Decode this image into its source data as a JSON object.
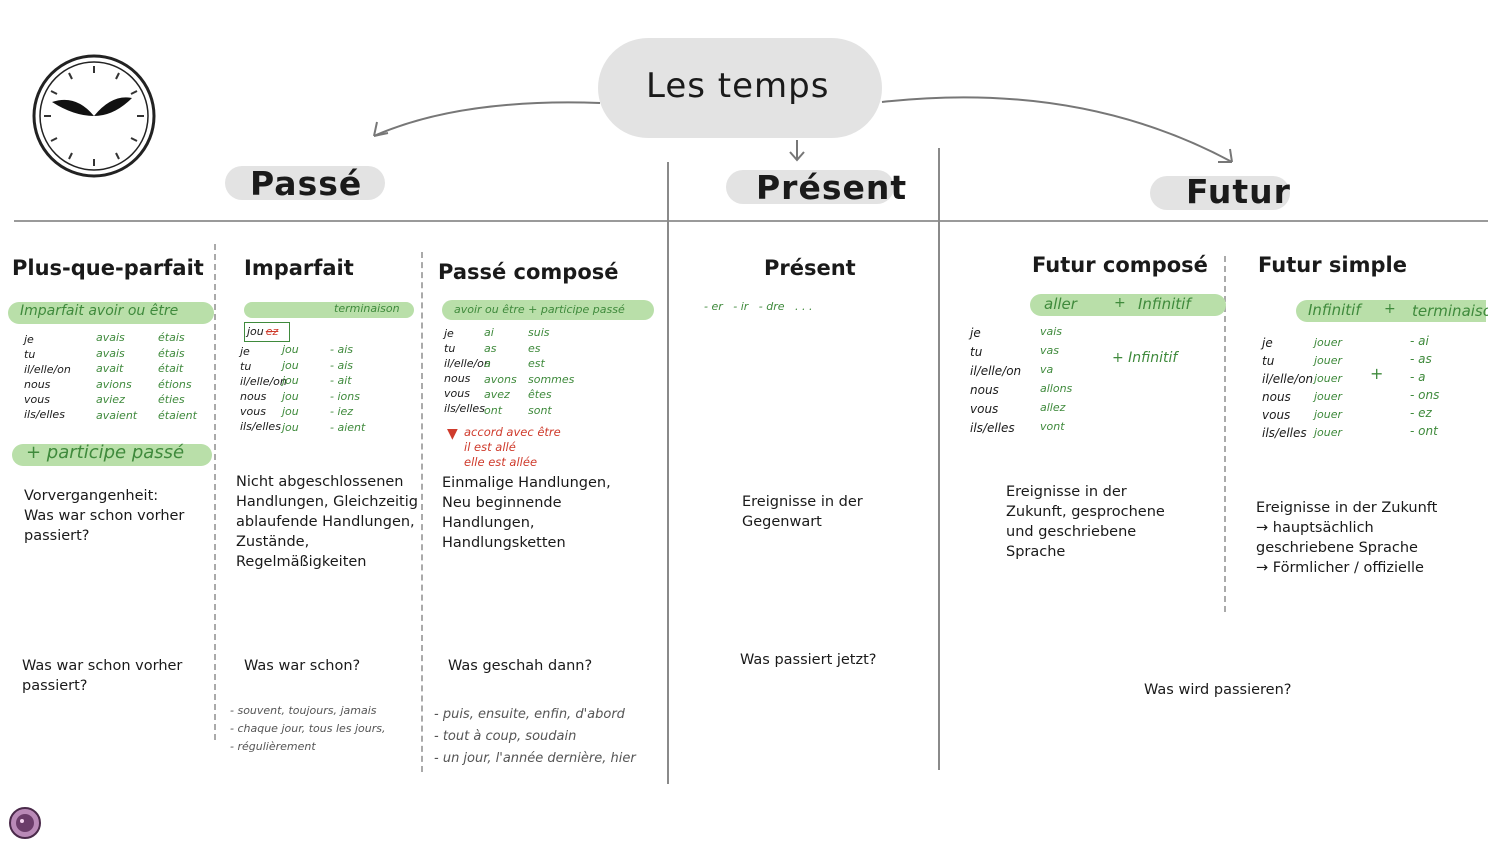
{
  "header": {
    "title": "Les temps"
  },
  "groups": {
    "passe": "Passé",
    "present": "Présent",
    "futur": "Futur"
  },
  "columns": {
    "plus_que_parfait": {
      "title": "Plus-que-parfait",
      "formula": "Imparfait avoir ou être",
      "pronouns": "je\ntu\nil/elle/on\nnous\nvous\nils/elles",
      "avoir": "avais\navais\navait\navions\naviez\navaient",
      "etre": "étais\nétais\nétait\nétions\néties\nétaient",
      "formula2": "+ participe passé",
      "description": "Vorvergangenheit:\nWas war schon vorher\npassiert?",
      "question": "Was war schon vorher\npassiert?"
    },
    "imparfait": {
      "title": "Imparfait",
      "formula": "terminaison",
      "box_left": "jou",
      "box_right": "ez",
      "pronouns": "je\ntu\nil/elle/on\nnous\nvous\nils/elles",
      "stems": "jou\njou\njou\njou\njou\njou",
      "endings": "- ais\n- ais\n- ait\n- ions\n- iez\n- aient",
      "description": "Nicht abgeschlossenen\nHandlungen, Gleichzeitig\nablaufende Handlungen,\nZustände,\nRegelmäßigkeiten",
      "question": "Was war schon?",
      "signal_words": "- souvent, toujours, jamais\n- chaque jour, tous les jours,\n- régulièrement"
    },
    "passe_compose": {
      "title": "Passé composé",
      "formula": "avoir ou être + participe passé",
      "pronouns": "je\ntu\nil/elle/on\nnous\nvous\nils/elles",
      "avoir": "ai\nas\na\navons\navez\nont",
      "etre": "suis\nes\nest\nsommes\nêtes\nsont",
      "accord": "accord avec être\nil est allé\nelle est allée",
      "description": "Einmalige Handlungen,\nNeu beginnende\nHandlungen,\nHandlungsketten",
      "question": "Was geschah dann?",
      "signal_words": "- puis, ensuite, enfin, d'abord\n- tout à coup, soudain\n- un jour, l'année dernière, hier"
    },
    "present": {
      "title": "Présent",
      "endings": "- er   - ir   - dre   . . .",
      "description": "Ereignisse in der\nGegenwart",
      "question": "Was passiert jetzt?"
    },
    "futur_compose": {
      "title": "Futur composé",
      "formula_left": "aller",
      "formula_plus": "+",
      "formula_right": "Infinitif",
      "pronouns": "je\ntu\nil/elle/on\nnous\nvous\nils/elles",
      "aller": "vais\nvas\nva\nallons\nallez\nvont",
      "plus_infinitif": "+ Infinitif",
      "description": "Ereignisse in der\nZukunft, gesprochene\nund geschriebene\nSprache"
    },
    "futur_simple": {
      "title": "Futur simple",
      "formula_left": "Infinitif",
      "formula_plus": "+",
      "formula_right": "terminaison",
      "pronouns": "je\ntu\nil/elle/on\nnous\nvous\nils/elles",
      "stems": "jouer\njouer\njouer\njouer\njouer\njouer",
      "plus": "+",
      "endings": "- ai\n- as\n- a\n- ons\n- ez\n- ont",
      "description": "Ereignisse in der Zukunft\n→ hauptsächlich\ngeschriebene Sprache\n→ Förmlicher / offizielle"
    },
    "futur_question": "Was wird passieren?"
  },
  "colors": {
    "highlight_green": "#b9dfa9",
    "blob_gray": "#e3e3e3",
    "ink_green": "#3f8a3c",
    "ink_red": "#cf3b2c"
  },
  "icons": [
    "clock-icon",
    "logo-icon",
    "arrow-icon"
  ]
}
